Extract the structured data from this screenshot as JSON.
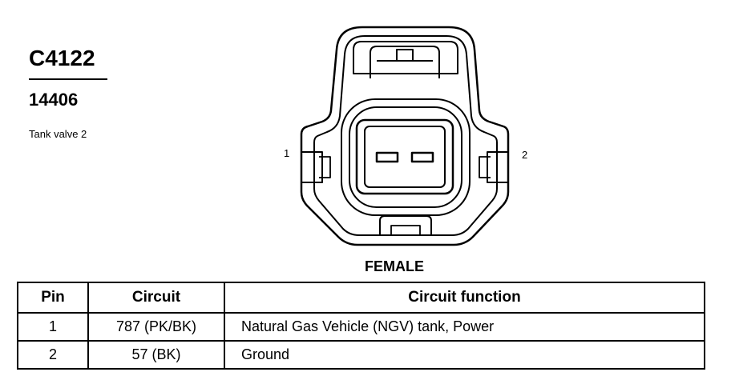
{
  "connector": {
    "id": "C4122",
    "part_number": "14406",
    "description": "Tank valve 2",
    "gender": "FEMALE",
    "pin_markers": [
      "1",
      "2"
    ]
  },
  "pin_table": {
    "headers": [
      "Pin",
      "Circuit",
      "Circuit function"
    ],
    "rows": [
      {
        "pin": "1",
        "circuit": "787 (PK/BK)",
        "function": "Natural Gas Vehicle (NGV) tank, Power"
      },
      {
        "pin": "2",
        "circuit": "57 (BK)",
        "function": "Ground"
      }
    ]
  }
}
